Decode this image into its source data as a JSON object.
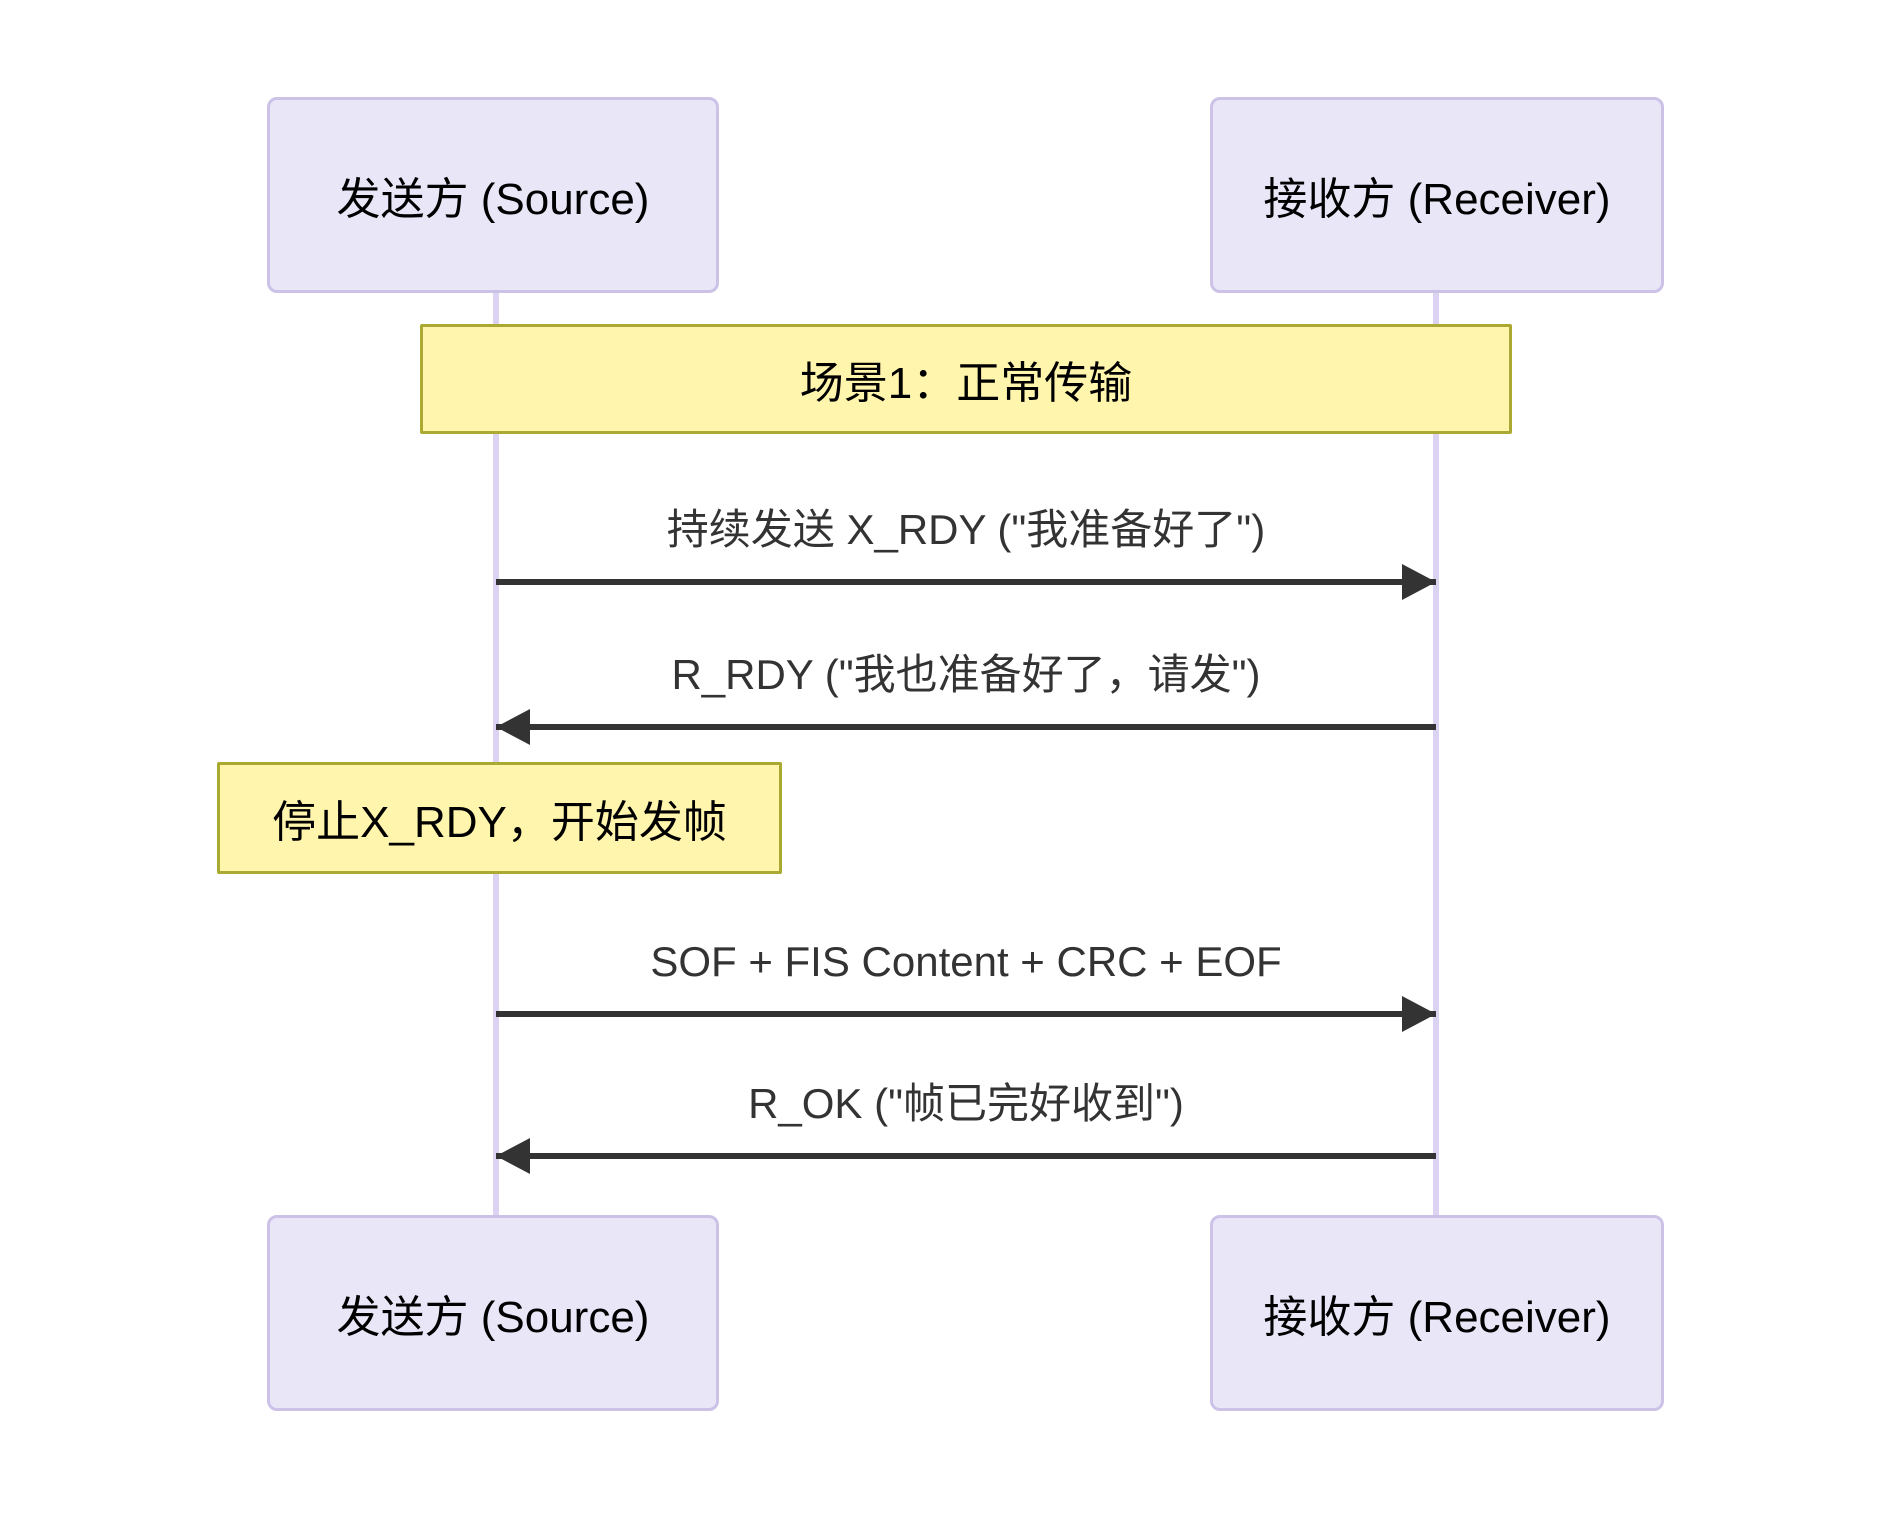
{
  "diagram": {
    "type": "sequence-diagram",
    "actors": [
      {
        "id": "source",
        "label": "发送方 (Source)"
      },
      {
        "id": "receiver",
        "label": "接收方 (Receiver)"
      }
    ],
    "notes": [
      {
        "position": "over source and receiver",
        "text": "场景1：正常传输"
      },
      {
        "position": "left of source",
        "text": "停止X_RDY，开始发帧"
      }
    ],
    "messages": [
      {
        "from": "source",
        "to": "receiver",
        "direction": "right",
        "label": "持续发送 X_RDY (\"我准备好了\")"
      },
      {
        "from": "receiver",
        "to": "source",
        "direction": "left",
        "label": "R_RDY (\"我也准备好了，请发\")"
      },
      {
        "from": "source",
        "to": "receiver",
        "direction": "right",
        "label": "SOF + FIS Content + CRC + EOF"
      },
      {
        "from": "receiver",
        "to": "source",
        "direction": "left",
        "label": "R_OK (\"帧已完好收到\")"
      }
    ],
    "colors": {
      "actor_fill": "#e9e6f8",
      "actor_border": "#ccc2e8",
      "lifeline": "#dcd3f2",
      "note_fill": "#fff5ad",
      "note_border": "#aaaa33",
      "message_line": "#333333",
      "message_text": "#333333",
      "actor_text": "#000000",
      "background": "#ffffff"
    }
  }
}
